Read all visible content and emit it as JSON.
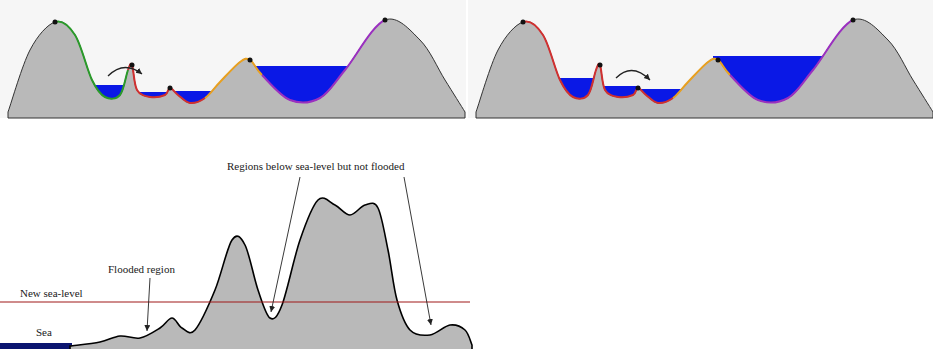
{
  "diagram": {
    "labels": [
      "Regions below sea-level but not flooded",
      "Flooded region",
      "New sea-level",
      "Sea"
    ]
  }
}
